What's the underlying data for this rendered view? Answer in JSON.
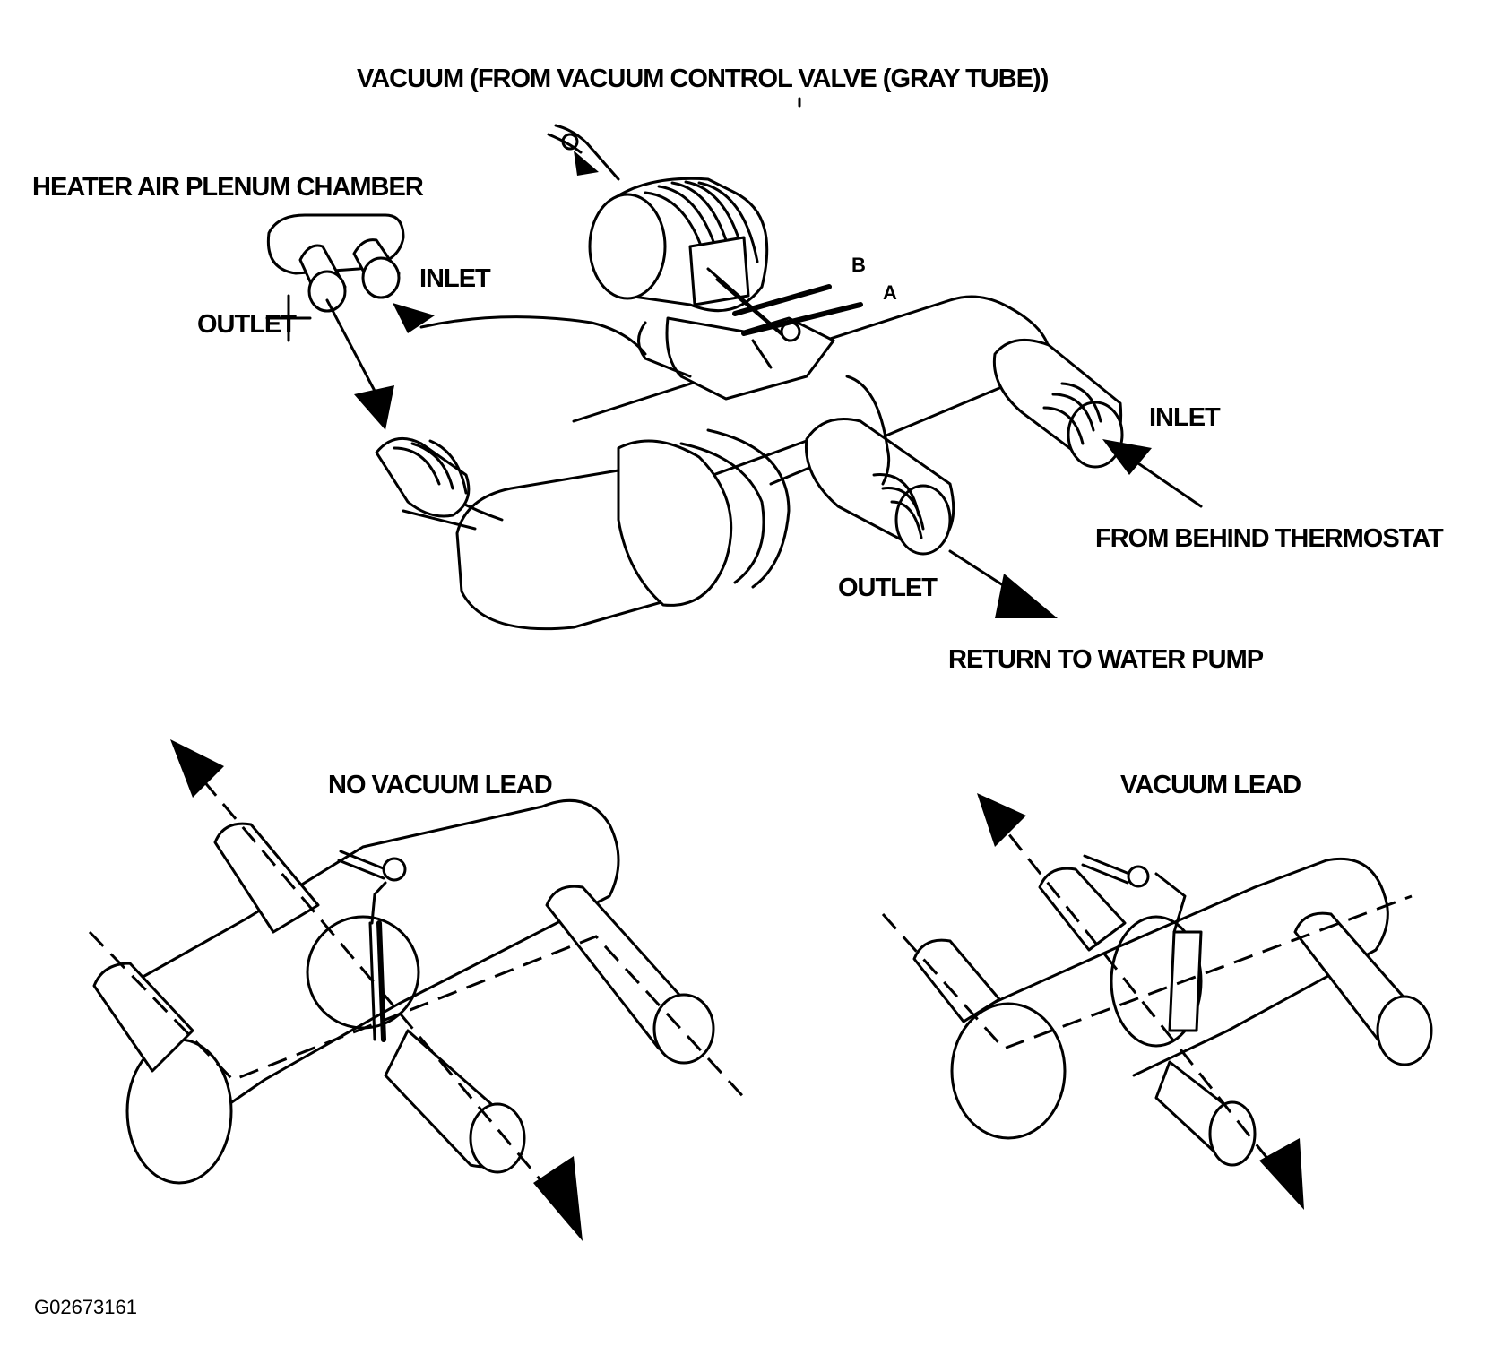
{
  "labels": {
    "vacuum_source": "VACUUM (FROM VACUUM CONTROL VALVE (GRAY TUBE))",
    "heater_plenum": "HEATER AIR PLENUM CHAMBER",
    "plenum_inlet": "INLET",
    "plenum_outlet": "OUTLET",
    "position_b": "B",
    "position_a": "A",
    "valve_inlet": "INLET",
    "from_behind_thermostat": "FROM BEHIND THERMOSTAT",
    "valve_outlet": "OUTLET",
    "return_to_water_pump": "RETURN TO WATER PUMP",
    "no_vacuum_lead": "NO VACUUM LEAD",
    "vacuum_lead": "VACUUM LEAD",
    "figure_id": "G02673161"
  }
}
